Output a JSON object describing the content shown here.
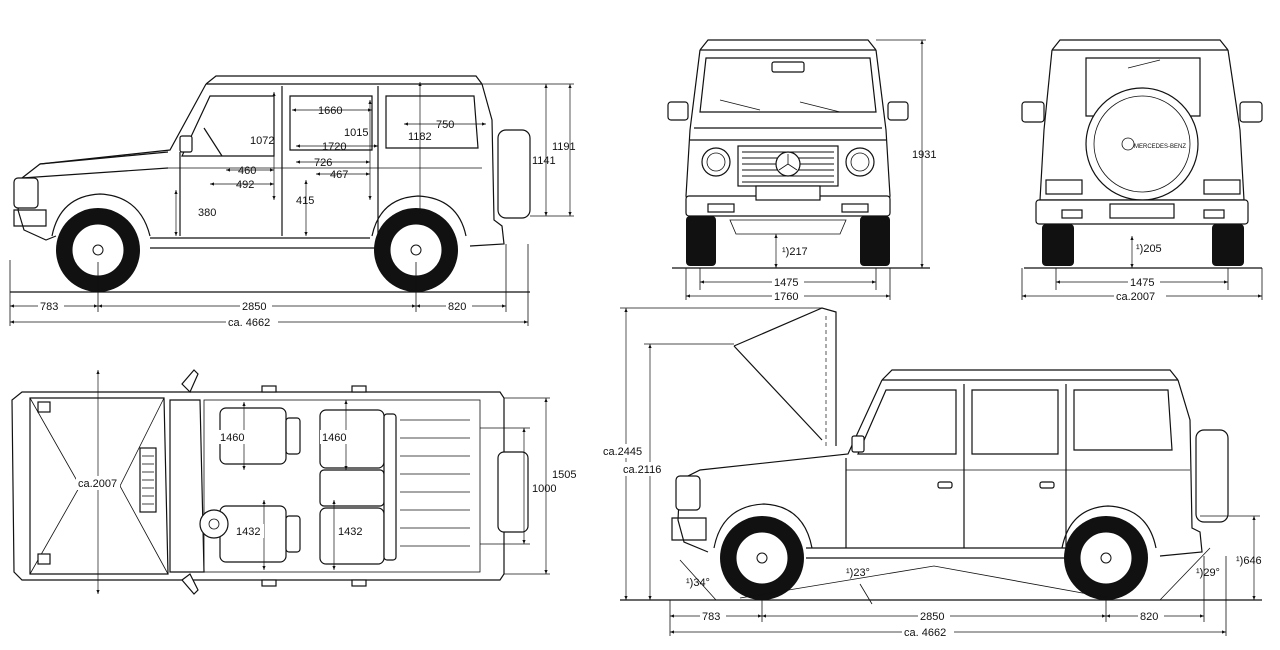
{
  "side_view": {
    "interior": {
      "headroom_front": "1072",
      "legroom_rear": "1660",
      "headroom_rear": "1015",
      "interior_length": "1720",
      "cargo_height": "1182",
      "cargo_length": "750",
      "seat_front_depth": "460",
      "front_seat_to_pedal": "492",
      "rear_seat_depth": "726",
      "rear_seat_length": "467",
      "front_seat_height": "380",
      "rear_seat_height": "415"
    },
    "height_overall": "1191",
    "height_body": "1141",
    "front_overhang": "783",
    "wheelbase": "2850",
    "rear_overhang": "820",
    "length_overall": "ca. 4662"
  },
  "front_view": {
    "height": "1931",
    "ground_clearance": "¹)217",
    "track": "1475",
    "width": "1760"
  },
  "rear_view": {
    "ground_clearance": "¹)205",
    "track": "1475",
    "width": "ca.2007",
    "spare_badge": "MERCEDES-BENZ"
  },
  "top_view": {
    "width_mirrors": "ca.2007",
    "front_shoulder": "1460",
    "rear_shoulder": "1460",
    "front_hip": "1432",
    "rear_hip": "1432",
    "cargo_width": "1505",
    "cargo_width_between_arches": "1000"
  },
  "bonnet_view": {
    "height_bonnet_open": "ca.2445",
    "height_roof": "ca.2116",
    "approach_angle": "¹)34°",
    "breakover_angle": "¹)23°",
    "departure_angle": "¹)29°",
    "step_height": "¹)646",
    "front_overhang": "783",
    "wheelbase": "2850",
    "rear_overhang": "820",
    "length_overall": "ca. 4662"
  }
}
